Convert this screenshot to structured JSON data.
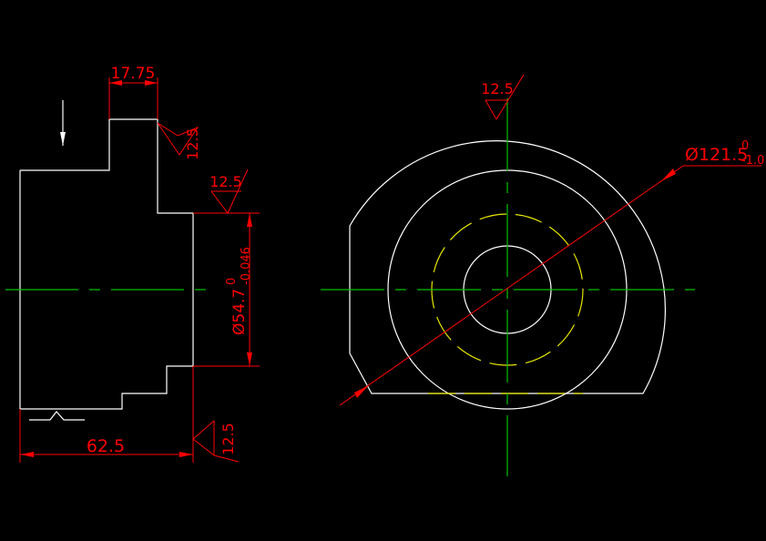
{
  "colors": {
    "background": "#000000",
    "outline": "#ffffff",
    "centerline": "#00c000",
    "dimension": "#ff0000",
    "hidden": "#e6e600"
  },
  "dimensions": {
    "width_top": "17.75",
    "length_bottom": "62.5",
    "bore_diameter": "Ø54.7",
    "bore_upper_dev": "0",
    "bore_lower_dev": "-0.046",
    "outer_diameter": "Ø121.5",
    "outer_upper_dev": "0",
    "outer_lower_dev": "-1.0"
  },
  "roughness": {
    "top_right": "12.5",
    "step": "12.5",
    "bottom": "12.5",
    "circle_top": "12.5"
  }
}
